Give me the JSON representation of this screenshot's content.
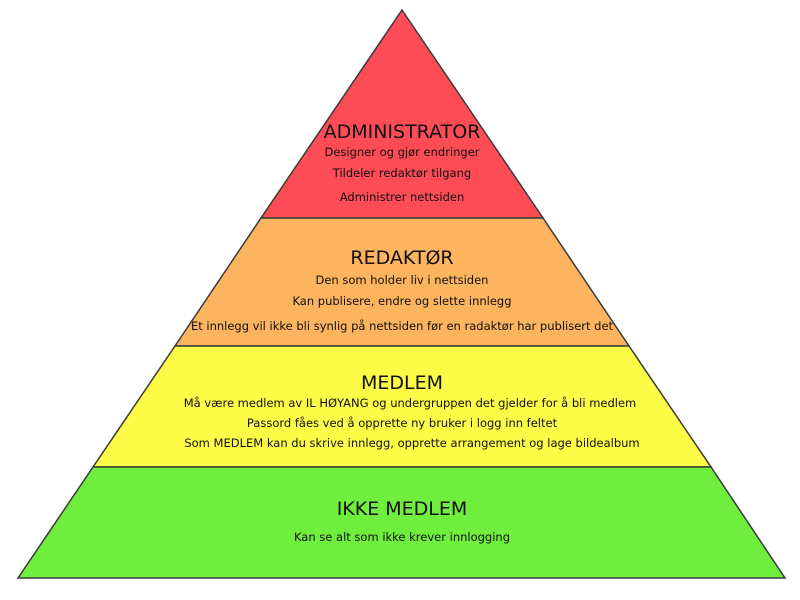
{
  "colors": {
    "administrator": "#fe4c56",
    "redaktor": "#fdb45e",
    "medlem": "#fdfd48",
    "ikke_medlem": "#70ee3e",
    "outline": "#3a3a3a"
  },
  "levels": [
    {
      "title": "ADMINISTRATOR",
      "lines": [
        "Designer og gjør endringer",
        "Tildeler redaktør tilgang",
        "Administrer nettsiden"
      ]
    },
    {
      "title": "REDAKTØR",
      "lines": [
        "Den som holder liv i nettsiden",
        "Kan publisere, endre og slette innlegg",
        "Et innlegg vil ikke bli synlig på nettsiden før en radaktør har publisert det"
      ]
    },
    {
      "title": "MEDLEM",
      "lines": [
        "Må være medlem av IL HØYANG og undergruppen det gjelder for å bli medlem",
        "Passord fåes ved å opprette ny bruker i logg inn feltet",
        "Som MEDLEM kan du skrive innlegg, opprette arrangement og lage bildealbum"
      ]
    },
    {
      "title": "IKKE MEDLEM",
      "lines": [
        "Kan se alt som ikke krever innlogging"
      ]
    }
  ]
}
